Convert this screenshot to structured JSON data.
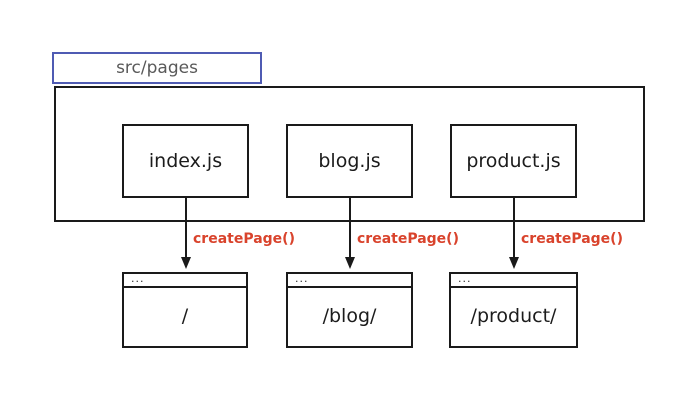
{
  "colors": {
    "background": "#ffffff",
    "line": "#1a1a1a",
    "tab_border": "#4f5bb3",
    "tab_text": "#595959",
    "file_text": "#1c1c1c",
    "call_label": "#d9432c"
  },
  "folder": {
    "tab_label": "src/pages"
  },
  "files": [
    {
      "label": "index.js"
    },
    {
      "label": "blog.js"
    },
    {
      "label": "product.js"
    }
  ],
  "calls": [
    {
      "label": "createPage()"
    },
    {
      "label": "createPage()"
    },
    {
      "label": "createPage()"
    }
  ],
  "windows": [
    {
      "menu": "...",
      "path": "/"
    },
    {
      "menu": "...",
      "path": "/blog/"
    },
    {
      "menu": "...",
      "path": "/product/"
    }
  ]
}
